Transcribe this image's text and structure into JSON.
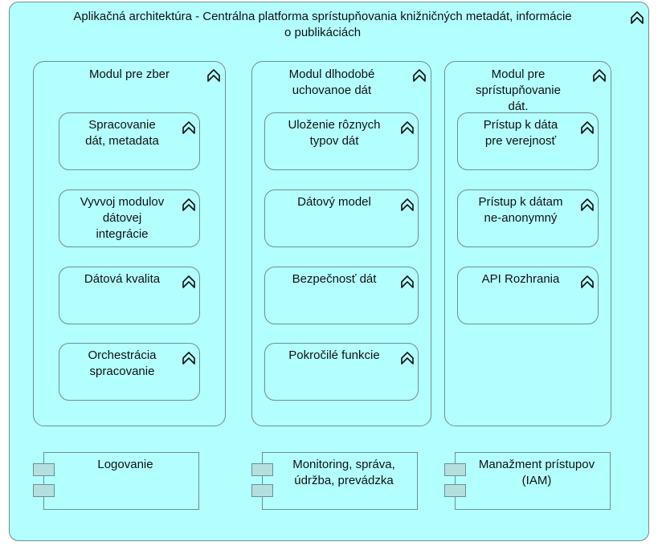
{
  "title": "Aplikačná architektúra - Centrálna platforma sprístupňovania knižničných metadát, informácie\no publikáciách",
  "modules": [
    {
      "label": "Modul pre zber",
      "functions": [
        "Spracovanie\ndát, metadata",
        "Vyvvoj modulov\ndátovej\nintegrácie",
        "Dátová kvalita",
        "Orchestrácia\nspracovanie"
      ]
    },
    {
      "label": "Modul dlhodobé\nuchovanoe dát",
      "functions": [
        "Uloženie rôznych\ntypov dát",
        "Dátový model",
        "Bezpečnosť dát",
        "Pokročilé funkcie"
      ]
    },
    {
      "label": "Modul pre\nsprístupňovanie\ndát.",
      "functions": [
        "Prístup k dáta\npre verejnosť",
        "Prístup k dátam\nne-anonymný",
        "API Rozhrania"
      ]
    }
  ],
  "components": [
    "Logovanie",
    "Monitoring, správa,\núdržba, prevádzka",
    "Manažment prístupov\n(IAM)"
  ],
  "colors": {
    "fill": "#b3ffff",
    "border": "#6f8f8f",
    "component_tab": "#b3dfdf"
  },
  "icons": {
    "function": "chevron-up-function-icon",
    "component": "component-tabs"
  }
}
